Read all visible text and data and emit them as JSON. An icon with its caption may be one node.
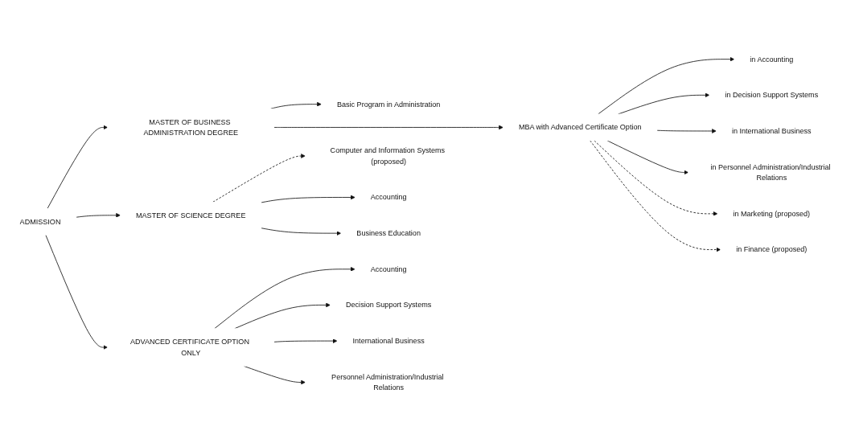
{
  "diagram": {
    "nodes": [
      {
        "text": [
          "ADMISSION"
        ]
      },
      {
        "text": [
          "MASTER OF BUSINESS ADMINISTRATION DEGREE"
        ]
      },
      {
        "text": [
          "Basic Program in Administration"
        ]
      },
      {
        "text": [
          "MBA with Advanced Certificate Option"
        ]
      },
      {
        "text": [
          "in Accounting"
        ]
      },
      {
        "text": [
          "in Decision Support Systems"
        ]
      },
      {
        "text": [
          "in International Business"
        ]
      },
      {
        "text": [
          "in Personnel Administration/Industrial Relations"
        ]
      },
      {
        "text": [
          "in Marketing (proposed)"
        ]
      },
      {
        "text": [
          "in Finance (proposed)"
        ]
      },
      {
        "text": [
          "MASTER OF SCIENCE DEGREE"
        ]
      },
      {
        "text": [
          "Computer and Information Systems (proposed)"
        ]
      },
      {
        "text": [
          "Accounting"
        ]
      },
      {
        "text": [
          "Business Education"
        ]
      },
      {
        "text": [
          "ADVANCED CERTIFICATE OPTION ONLY"
        ]
      },
      {
        "text": [
          "Accounting"
        ]
      },
      {
        "text": [
          "Decision Support Systems"
        ]
      },
      {
        "text": [
          "International Business"
        ]
      },
      {
        "text": [
          "Personnel Administration/Industrial Relations"
        ]
      }
    ],
    "edges": [
      {
        "from": 0,
        "to": 1,
        "arrow": "to"
      },
      {
        "from": 0,
        "to": 10,
        "arrow": "to"
      },
      {
        "from": 0,
        "to": 14,
        "arrow": "to"
      },
      {
        "from": 1,
        "to": 2,
        "arrow": "to"
      },
      {
        "from": 1,
        "to": 3,
        "arrow": "to"
      },
      {
        "from": 3,
        "to": 4,
        "arrow": "to"
      },
      {
        "from": 3,
        "to": 5,
        "arrow": "to"
      },
      {
        "from": 3,
        "to": 6,
        "arrow": "to"
      },
      {
        "from": 3,
        "to": 7,
        "arrow": "to"
      },
      {
        "from": 3,
        "to": 8,
        "arrow": "to",
        "style": "dashed"
      },
      {
        "from": 3,
        "to": 9,
        "arrow": "to",
        "style": "dashed"
      },
      {
        "from": 10,
        "to": 11,
        "arrow": "to",
        "style": "dashed"
      },
      {
        "from": 10,
        "to": 12,
        "arrow": "to"
      },
      {
        "from": 10,
        "to": 13,
        "arrow": "to"
      },
      {
        "from": 14,
        "to": 15,
        "arrow": "to"
      },
      {
        "from": 14,
        "to": 16,
        "arrow": "to"
      },
      {
        "from": 14,
        "to": 17,
        "arrow": "to"
      },
      {
        "from": 14,
        "to": 18,
        "arrow": "to"
      }
    ]
  }
}
